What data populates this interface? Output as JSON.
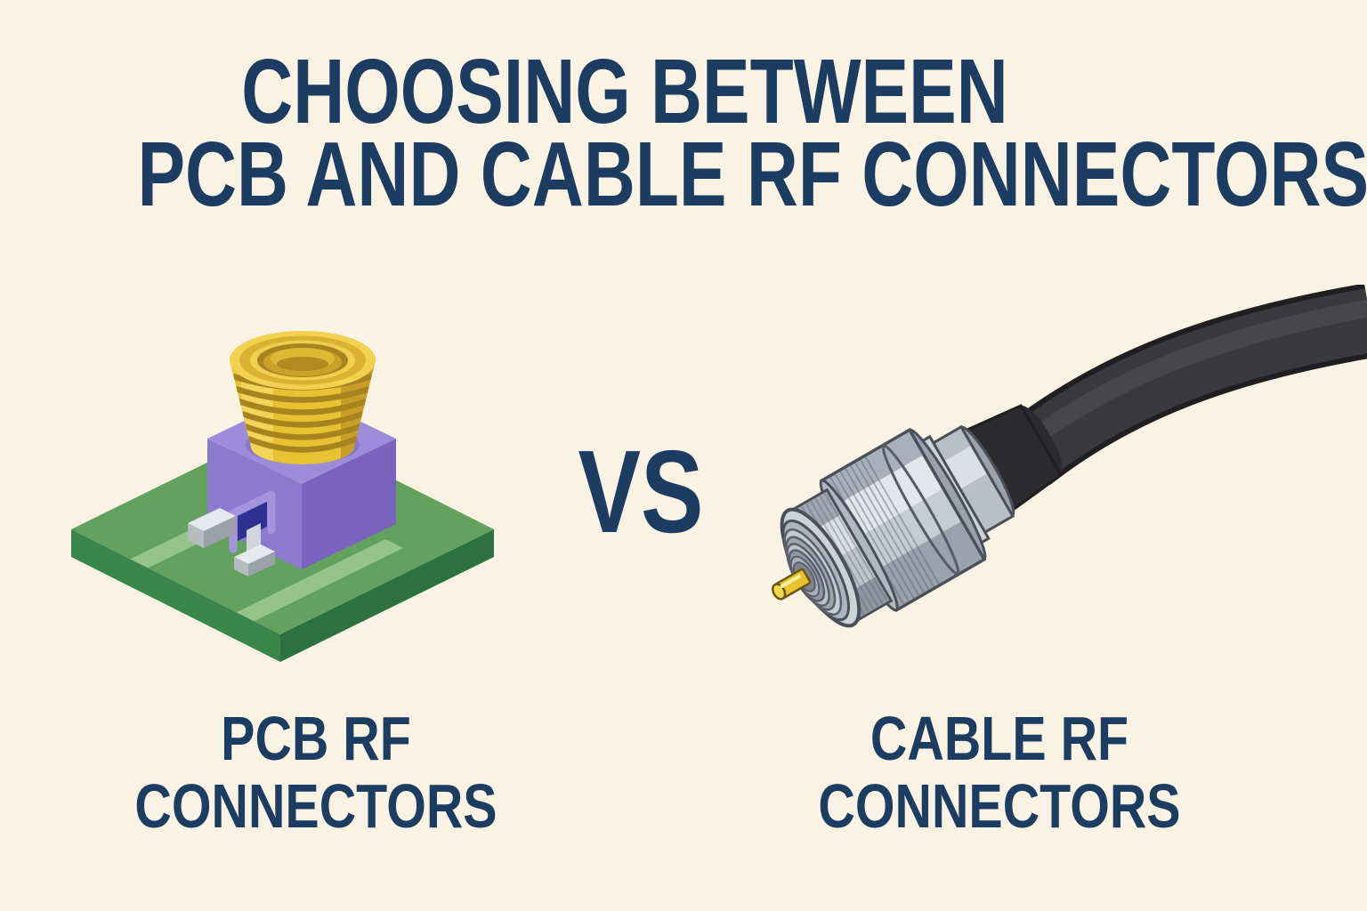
{
  "title": {
    "line1": "CHOOSING BETWEEN",
    "line2": "PCB AND CABLE RF CONNECTORS"
  },
  "comparison": {
    "separator": "VS"
  },
  "left_option": {
    "caption_line1": "PCB RF",
    "caption_line2": "CONNECTORS",
    "illustration": "pcb-mount-rf-connector"
  },
  "right_option": {
    "caption_line1": "CABLE RF",
    "caption_line2": "CONNECTORS",
    "illustration": "cable-rf-connector"
  },
  "colors": {
    "bg": "#FAF2E3",
    "ink": "#1C3D61",
    "pcbGreenTop": "#63A25E",
    "pcbGreenSide": "#3A854B",
    "pcbTrace": "#95C489",
    "housingPurpleLeft": "#8C7ACF",
    "housingPurpleRight": "#7A63BE",
    "housingPurpleTop": "#9C8CD9",
    "goldBrass": "#E7C233",
    "goldThread": "#A8841F",
    "leadSilver": "#E6E9ED",
    "connectorSilver": "#C6CBD4",
    "connectorOutline": "#4A4F59",
    "pinGold": "#E8C52F",
    "cableBlack": "#3A3A3D"
  }
}
